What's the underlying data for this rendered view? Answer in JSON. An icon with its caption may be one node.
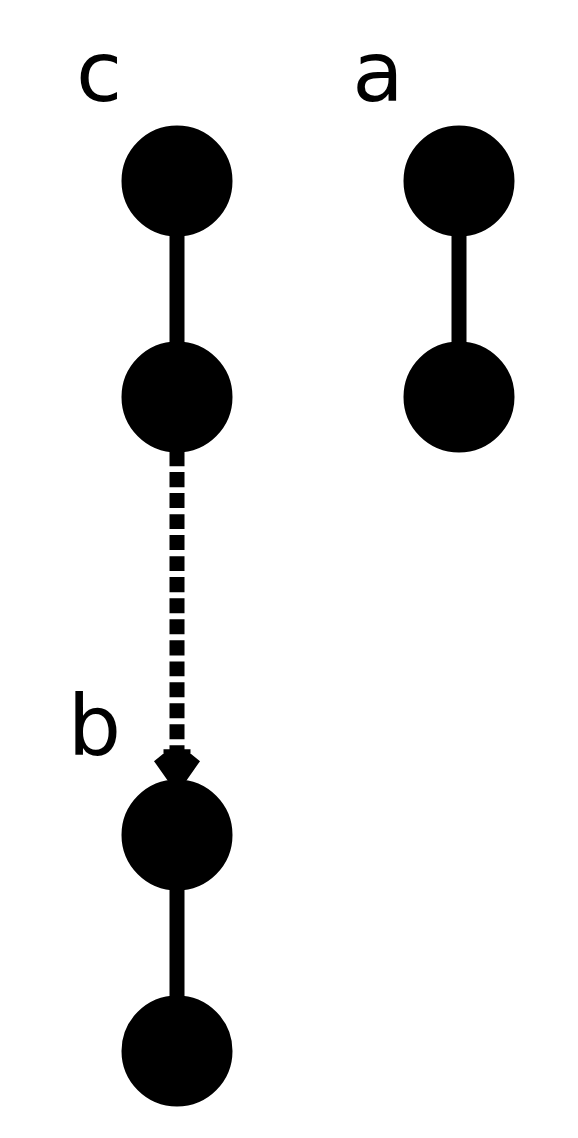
{
  "diagram": {
    "nodes": [
      {
        "text": [],
        "shape": "circle",
        "beside": [
          "c"
        ]
      },
      {
        "text": [],
        "shape": "circle"
      },
      {
        "text": [],
        "shape": "circle",
        "beside": [
          "a"
        ]
      },
      {
        "text": [],
        "shape": "circle"
      },
      {
        "text": [],
        "shape": "circle",
        "beside": [
          "b"
        ]
      },
      {
        "text": [],
        "shape": "circle"
      }
    ],
    "edges": [
      {
        "from": 0,
        "to": 1,
        "arrow": "none"
      },
      {
        "from": 2,
        "to": 3,
        "arrow": "none"
      },
      {
        "from": 1,
        "to": 4,
        "arrow": "to",
        "style": "dashed"
      },
      {
        "from": 4,
        "to": 5,
        "arrow": "none"
      }
    ]
  }
}
